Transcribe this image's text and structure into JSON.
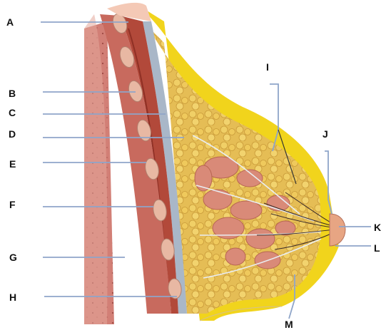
{
  "labels": {
    "a": "A",
    "b": "B",
    "c": "C",
    "d": "D",
    "e": "E",
    "f": "F",
    "g": "G",
    "h": "H",
    "i": "I",
    "j": "J",
    "k": "K",
    "l": "L",
    "m": "M"
  },
  "colors": {
    "skin": "#f7d9bf",
    "skin_edge": "#b8c6d8",
    "chest_wall": "#d07f74",
    "muscle": "#b2493a",
    "rib": "#e8b8a3",
    "fascia": "#a9b7c8",
    "fat": "#ecc85a",
    "fat_skin": "#f1d41c",
    "lobule": "#d98a78",
    "leader": "#8fa5c9"
  }
}
